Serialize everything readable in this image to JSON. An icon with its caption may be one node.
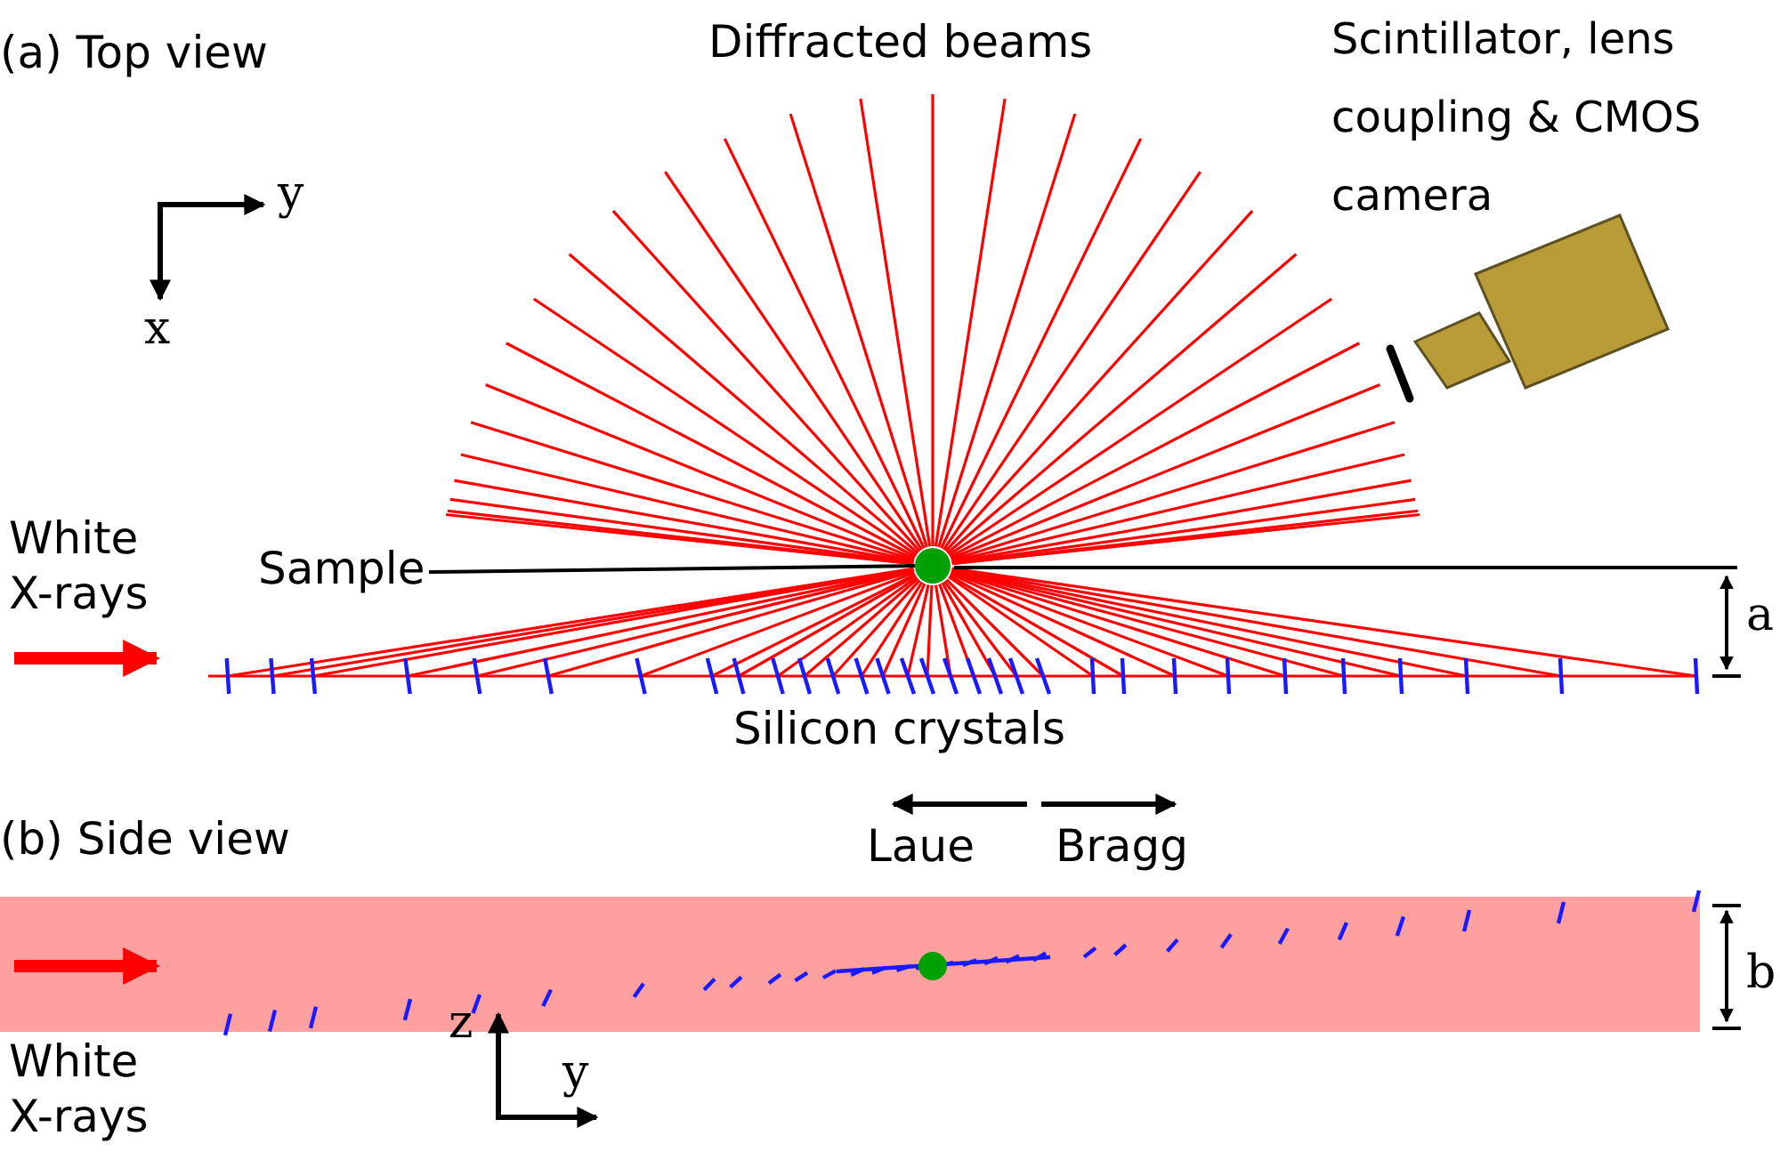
{
  "diagram": {
    "nodes": [
      {
        "text": [
          "Sample"
        ]
      },
      {
        "text": [],
        "shape": "circle"
      }
    ],
    "edges": [
      {
        "from": 0,
        "to": 1,
        "arrow": "none"
      }
    ],
    "labels": [
      "(a) Top view",
      "Diffracted beams",
      "Scintillator, lens coupling & CMOS camera",
      "y",
      "x",
      "White X-rays",
      "a",
      "Silicon crystals",
      "Laue",
      "Bragg",
      "(b) Side view",
      "b",
      "White X-rays",
      "z",
      "y"
    ]
  }
}
